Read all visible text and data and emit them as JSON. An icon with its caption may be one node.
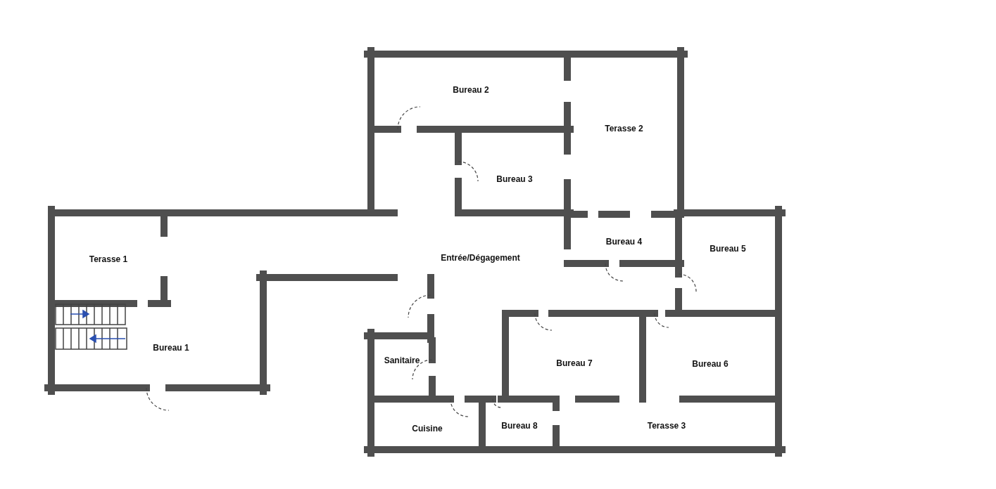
{
  "diagram": {
    "nodes": [
      {
        "text": [
          "Bureau 2"
        ]
      },
      {
        "text": [
          "Terasse 2"
        ]
      },
      {
        "text": [
          "Bureau 3"
        ]
      },
      {
        "text": [
          "Terasse 1"
        ]
      },
      {
        "text": [
          "Bureau 4"
        ]
      },
      {
        "text": [
          "Entrée/Dégagement"
        ]
      },
      {
        "text": [
          "Bureau 5"
        ]
      },
      {
        "text": [
          "Bureau 1"
        ]
      },
      {
        "text": [
          "Sanitaire"
        ]
      },
      {
        "text": [
          "Bureau 7"
        ]
      },
      {
        "text": [
          "Bureau 6"
        ]
      },
      {
        "text": [
          "Cuisine"
        ]
      },
      {
        "text": [
          "Bureau 8"
        ]
      },
      {
        "text": [
          "Terasse 3"
        ]
      }
    ]
  }
}
